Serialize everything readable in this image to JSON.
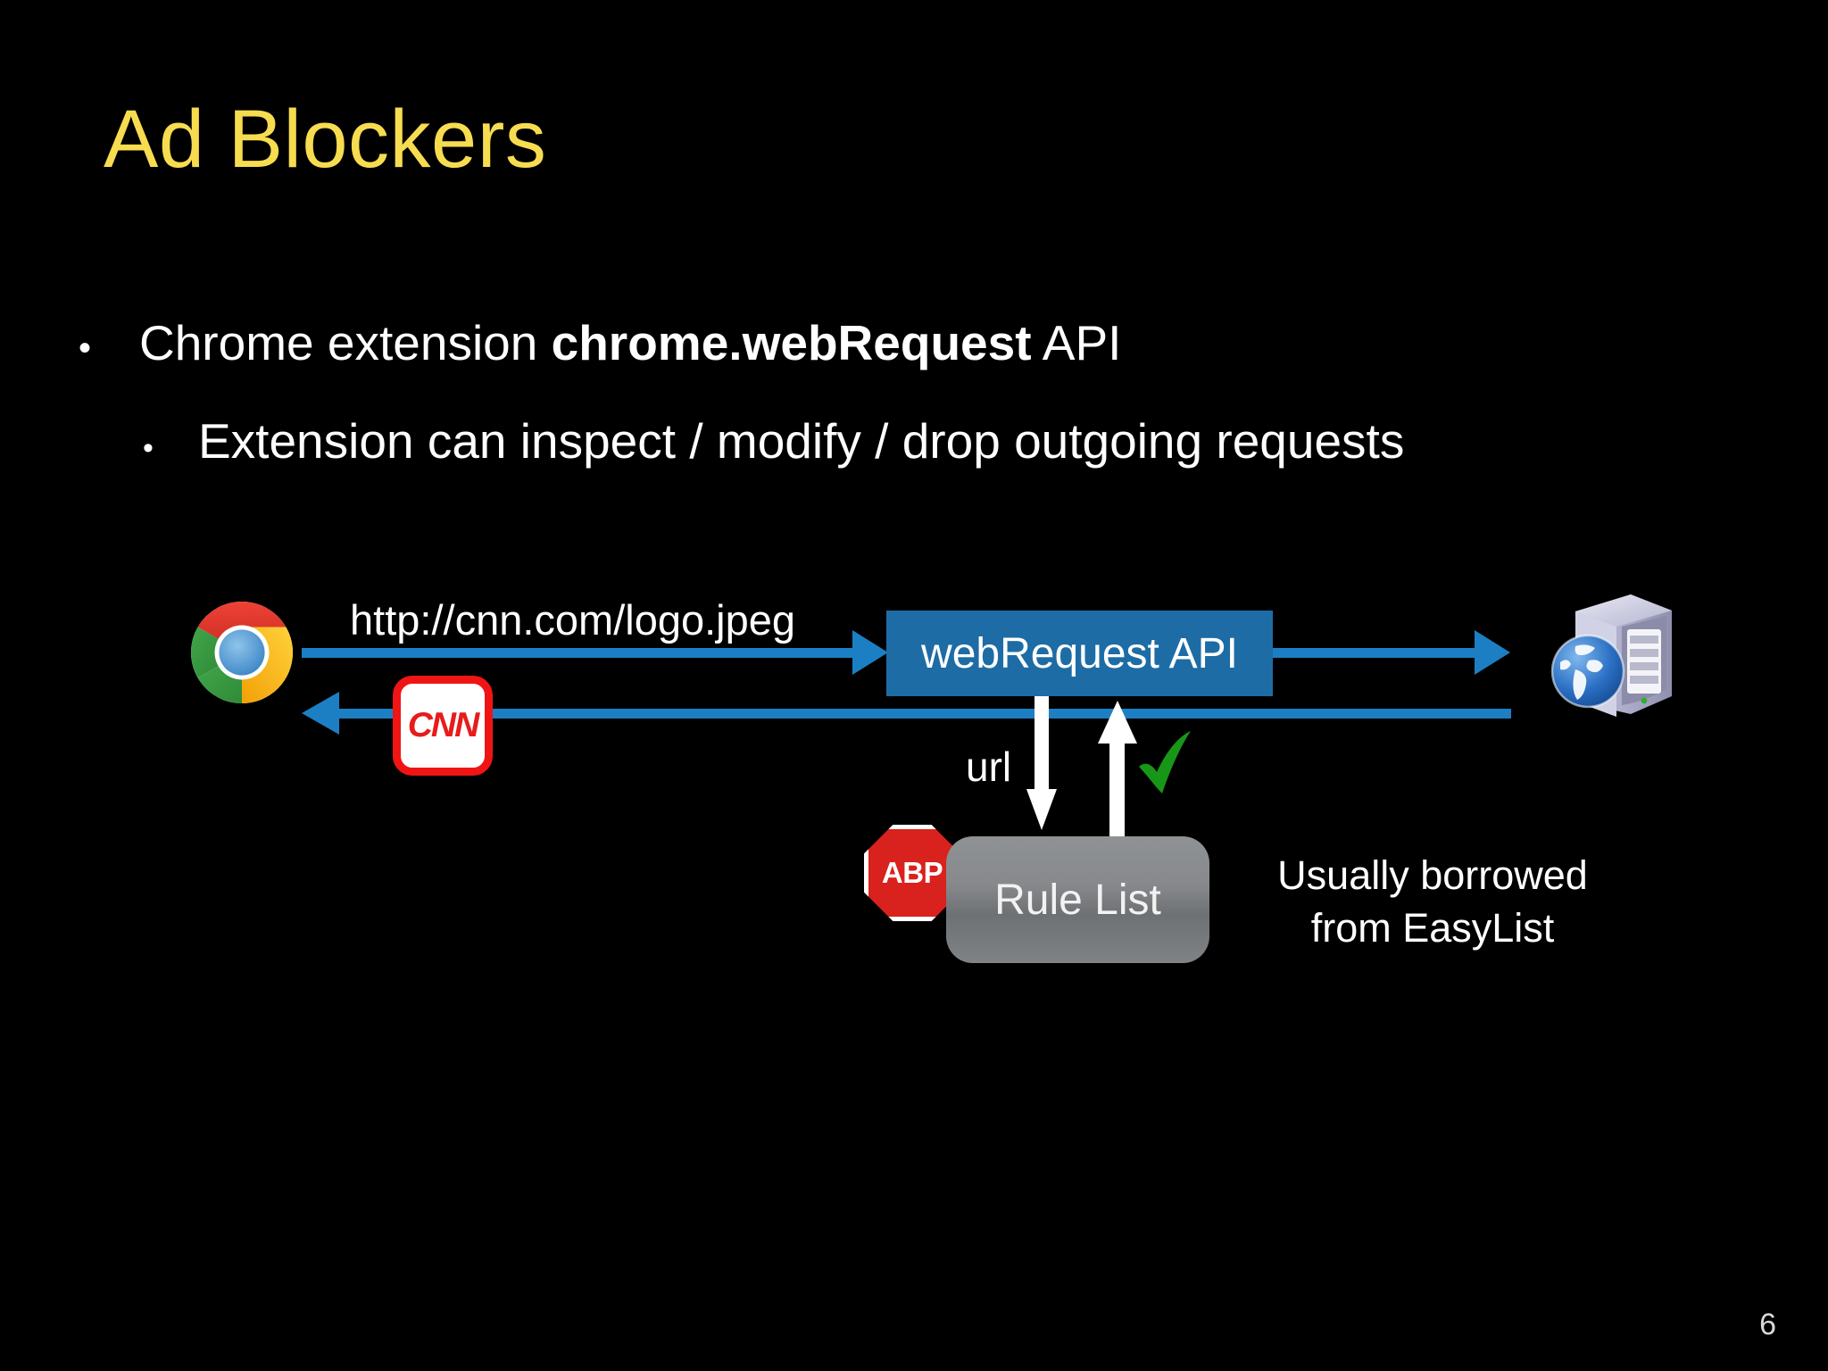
{
  "slide": {
    "title": "Ad Blockers",
    "page_number": "6",
    "background_color": "#000000",
    "title_color": "#F7DC50",
    "body_color": "#FFFFFF",
    "accent_blue": "#1C7FC4",
    "api_box_blue": "#1E6CA5",
    "abp_red": "#D9211D",
    "check_green": "#1C9B1C"
  },
  "bullets": {
    "level1": {
      "marker": "•",
      "text_before": "Chrome extension ",
      "text_bold": "chrome.webRequest",
      "text_after": " API"
    },
    "level2": {
      "marker": "•",
      "text": "Extension can inspect / modify / drop outgoing requests"
    }
  },
  "diagram": {
    "browser_icon_name": "chrome-logo-icon",
    "url_label": "http://cnn.com/logo.jpeg",
    "response_asset_label": "CNN",
    "api_box_label": "webRequest API",
    "server_icon_name": "web-server-icon",
    "down_arrow_label": "url",
    "check_icon_name": "green-check-icon",
    "adblock_badge_label": "ABP",
    "rule_list_label": "Rule List",
    "note_line1": "Usually borrowed",
    "note_line2": "from EasyList"
  }
}
